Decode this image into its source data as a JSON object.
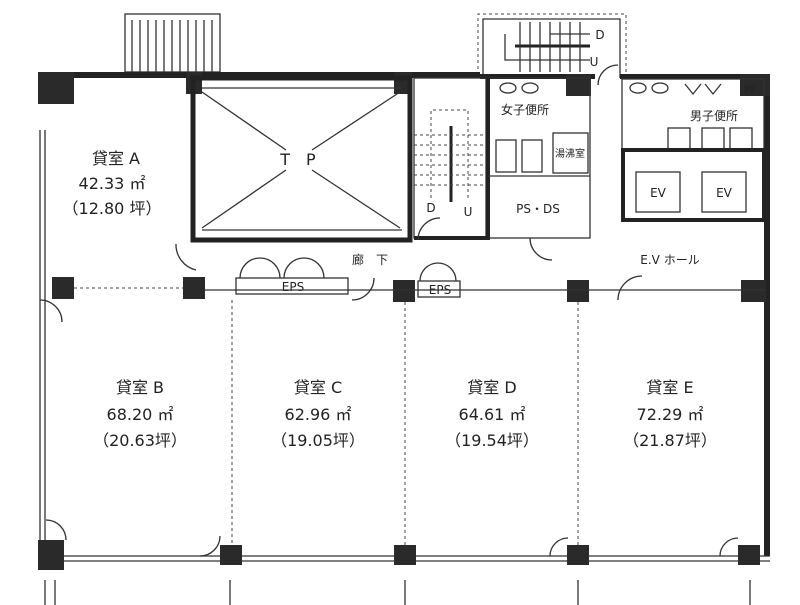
{
  "rooms": [
    {
      "name": "貸室 A",
      "area": "42.33 ㎡",
      "tsubo": "（12.80 坪）"
    },
    {
      "name": "貸室 B",
      "area": "68.20 ㎡",
      "tsubo": "（20.63坪）"
    },
    {
      "name": "貸室 C",
      "area": "62.96 ㎡",
      "tsubo": "（19.05坪）"
    },
    {
      "name": "貸室 D",
      "area": "64.61 ㎡",
      "tsubo": "（19.54坪）"
    },
    {
      "name": "貸室 E",
      "area": "72.29 ㎡",
      "tsubo": "（21.87坪）"
    }
  ],
  "labels": {
    "tp": "T　P",
    "corridor": "廊　下",
    "eps1": "EPS",
    "eps2": "EPS",
    "ev_hall": "E.V ホール",
    "ps_ds": "PS・DS",
    "kitchenette": "湯沸室",
    "womens_toilet": "女子便所",
    "mens_toilet": "男子便所",
    "ev1": "EV",
    "ev2": "EV",
    "ps": "PS",
    "stair1_down": "D",
    "stair1_up": "U",
    "stair2_down": "D",
    "stair2_up": "U"
  }
}
